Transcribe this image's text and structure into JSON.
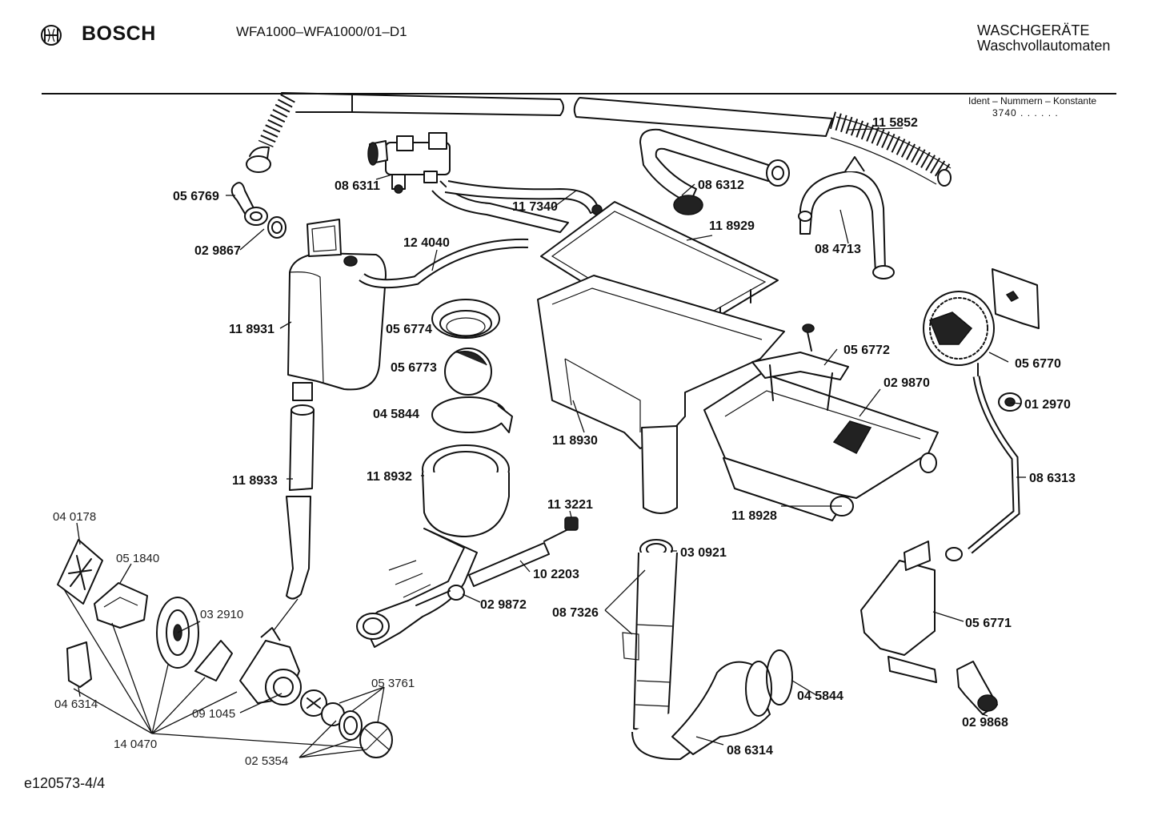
{
  "header": {
    "brand": "BOSCH",
    "model": "WFA1000–WFA1000/01–D1",
    "category_title": "WASCHGERÄTE",
    "category_subtitle": "Waschvollautomaten",
    "ident_label": "Ident – Nummern – Konstante",
    "ident_value": "3740 . . . . . ."
  },
  "footer": {
    "reference": "e120573-4/4"
  },
  "labels": {
    "p115852": "11 5852",
    "p086311": "08 6311",
    "p086312": "08 6312",
    "p056769": "05 6769",
    "p117340": "11 7340",
    "p029867": "02 9867",
    "p124040": "12 4040",
    "p118929": "11 8929",
    "p084713": "08 4713",
    "p118931": "11 8931",
    "p056774": "05 6774",
    "p056773": "05 6773",
    "p056772": "05 6772",
    "p056770": "05 6770",
    "p045844a": "04 5844",
    "p029870": "02 9870",
    "p012970": "01 2970",
    "p118930": "11 8930",
    "p118933": "11 8933",
    "p118932": "11 8932",
    "p086313": "08 6313",
    "p113221": "11 3221",
    "p118928": "11 8928",
    "p040178": "04 0178",
    "p030921": "03 0921",
    "p051840": "05 1840",
    "p102203": "10 2203",
    "p087326": "08 7326",
    "p029872": "02 9872",
    "p032910": "03 2910",
    "p056771": "05 6771",
    "p053761": "05 3761",
    "p046314": "04 6314",
    "p045844b": "04 5844",
    "p091045": "09 1045",
    "p029868": "02 9868",
    "p140470": "14 0470",
    "p086314": "08 6314",
    "p025354": "02 5354"
  }
}
